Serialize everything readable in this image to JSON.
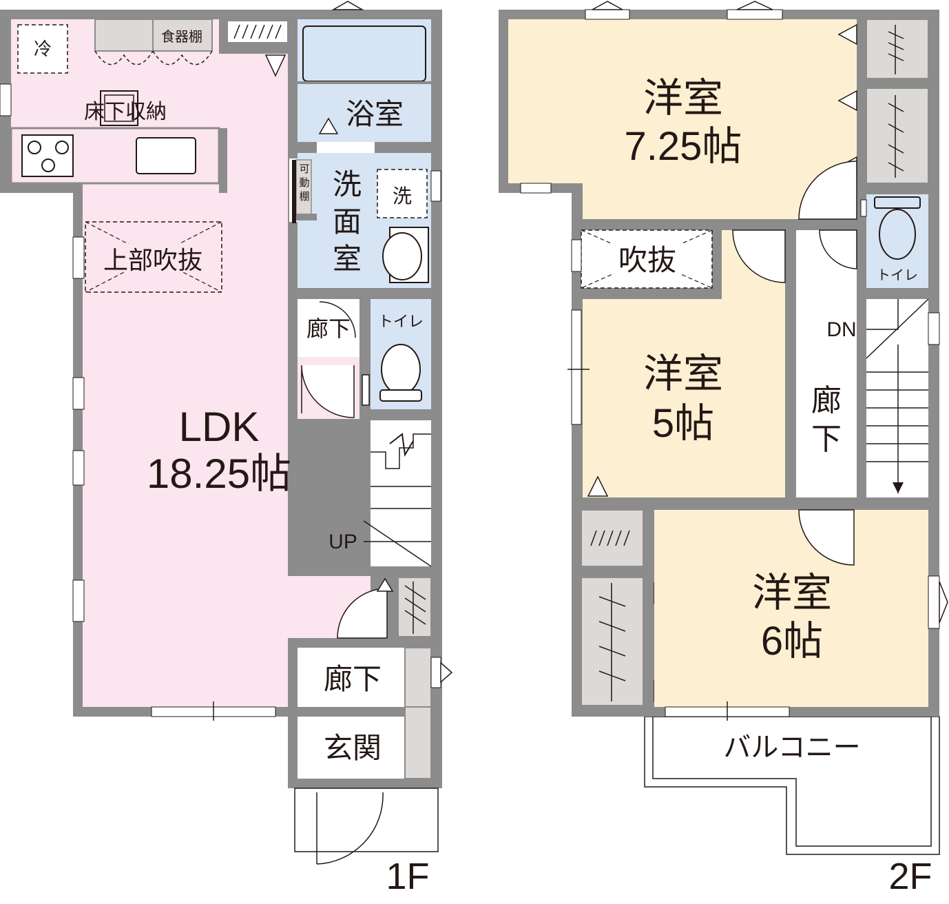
{
  "floor1": {
    "label": "1F",
    "rooms": {
      "ldk_name": "LDK",
      "ldk_size": "18.25帖",
      "bath": "浴室",
      "washroom_1": "洗",
      "washroom_2": "面",
      "washroom_3": "室",
      "toilet": "トイレ",
      "hall_upper": "廊下",
      "hall_lower": "廊下",
      "entrance": "玄関",
      "void": "上部吹抜",
      "underfloor": "床下収納"
    },
    "fixtures": {
      "fridge": "冷",
      "cupboard": "食器棚",
      "washer": "洗",
      "shelf_1": "可",
      "shelf_2": "動",
      "shelf_3": "棚"
    },
    "stairs": "UP"
  },
  "floor2": {
    "label": "2F",
    "rooms": {
      "room1_name": "洋室",
      "room1_size": "7.25帖",
      "room2_name": "洋室",
      "room2_size": "5帖",
      "room3_name": "洋室",
      "room3_size": "6帖",
      "void": "吹抜",
      "toilet": "トイレ",
      "hall_1": "廊",
      "hall_2": "下",
      "balcony": "バルコニー"
    },
    "stairs": "DN"
  },
  "colors": {
    "ldk": "#fbe5ee",
    "wet": "#d6e4f4",
    "bedroom": "#fdf0d2",
    "storage": "#ddd9d6",
    "wall": "#8c8c8c"
  }
}
